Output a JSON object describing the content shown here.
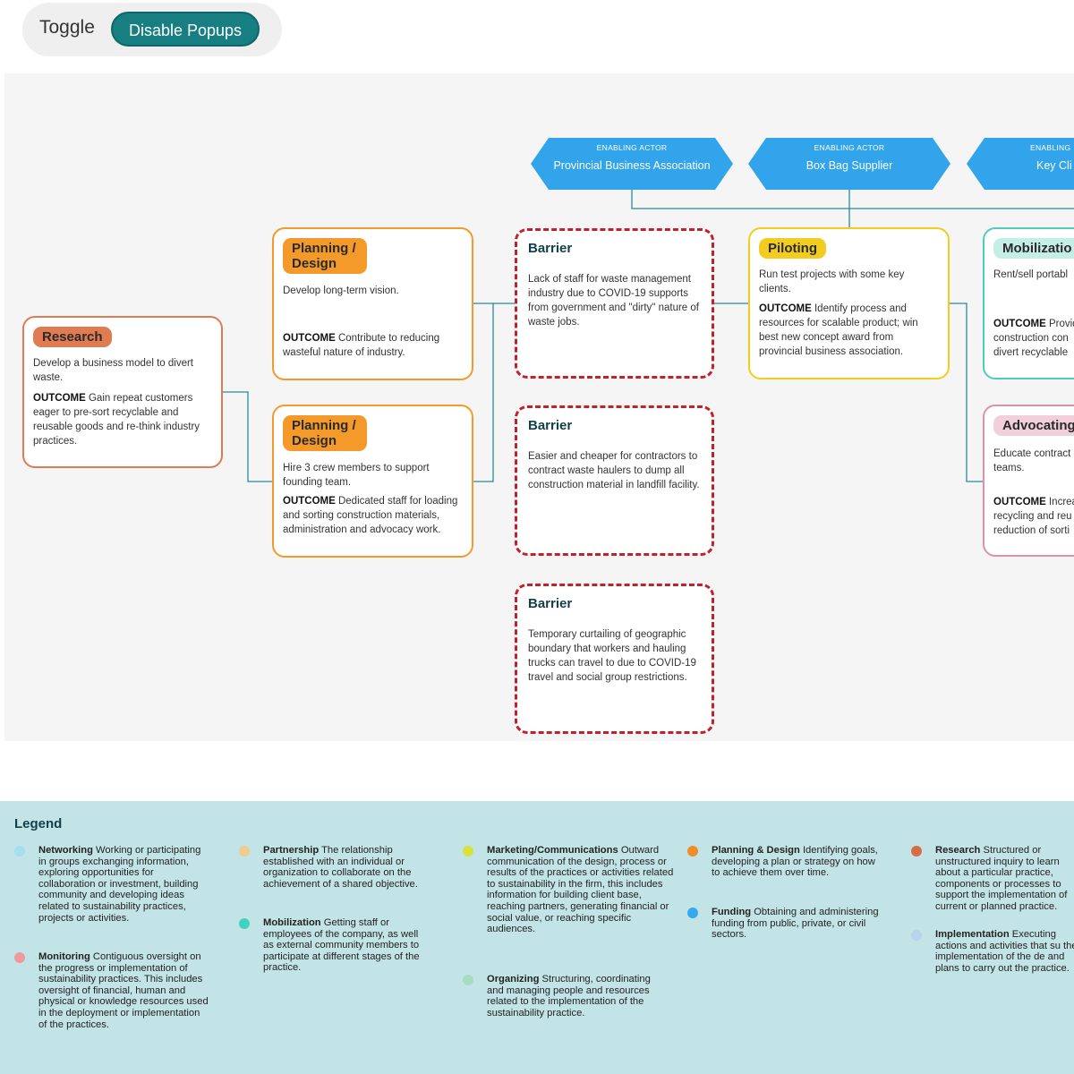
{
  "toolbar": {
    "toggle_label": "Toggle",
    "disable_popups_label": "Disable Popups"
  },
  "actors": [
    {
      "type": "ENABLING ACTOR",
      "name": "Provincial Business Association"
    },
    {
      "type": "ENABLING ACTOR",
      "name": "Box Bag Supplier"
    },
    {
      "type": "ENABLING",
      "name": "Key Cli"
    }
  ],
  "outcome_label": "OUTCOME",
  "cards": {
    "research": {
      "tag": "Research",
      "desc": "Develop a business model to divert waste.",
      "outcome": "Gain repeat customers eager to pre-sort recyclable and reusable goods and re-think industry practices."
    },
    "planning1": {
      "tag": "Planning / Design",
      "desc": "Develop long-term vision.",
      "outcome": "Contribute to reducing wasteful nature of industry."
    },
    "planning2": {
      "tag": "Planning / Design",
      "desc": "Hire 3 crew members to support founding team.",
      "outcome": "Dedicated staff for loading and sorting construction materials, administration and advocacy work."
    },
    "piloting": {
      "tag": "Piloting",
      "desc": "Run test projects with some key clients.",
      "outcome": "Identify process and resources for scalable product; win best new concept award from provincial business association."
    },
    "mobilization": {
      "tag": "Mobilizatio",
      "desc": "Rent/sell portabl",
      "outcome_lines": [
        "Provid",
        "construction con",
        "divert recyclable"
      ]
    },
    "advocating": {
      "tag": "Advocating",
      "desc_lines": [
        "Educate contract",
        "teams."
      ],
      "outcome_lines": [
        "Increa",
        "recycling and reu",
        "reduction of sorti"
      ]
    }
  },
  "barriers": [
    {
      "title": "Barrier",
      "text": "Lack of staff for waste management industry due to COVID-19 supports from government and \"dirty\" nature of waste jobs."
    },
    {
      "title": "Barrier",
      "text": "Easier and cheaper for contractors to contract waste haulers to dump all construction material in landfill facility."
    },
    {
      "title": "Barrier",
      "text": "Temporary curtailing of geographic boundary that workers and hauling trucks can travel to due to COVID-19 travel and social group restrictions."
    }
  ],
  "legend": {
    "title": "Legend",
    "items": {
      "networking": {
        "term": "Networking",
        "text": "Working or participating in groups exchanging information, exploring opportunities for collaboration or investment, building community and developing ideas related to sustainability practices, projects or activities.",
        "color": "#a3dfee"
      },
      "monitoring": {
        "term": "Monitoring",
        "text": "Contiguous oversight on the progress or implementation of sustainability practices. This includes oversight of financial, human and physical or knowledge resources used in the deployment or implementation of the practices.",
        "color": "#ee9a9b"
      },
      "partnership": {
        "term": "Partnership",
        "text": "The relationship established with an individual or organization to collaborate on the achievement of a shared objective.",
        "color": "#f1cc8e"
      },
      "mobilization": {
        "term": "Mobilization",
        "text": "Getting staff or employees of the company, as well as external community members to participate at different stages of the practice.",
        "color": "#3fd3bf"
      },
      "marketing": {
        "term": "Marketing/Communications",
        "text": "Outward communication of the design, process or results of the practices or activities related to sustainability in the firm, this includes information for building client base, reaching partners, generating financial or social value, or reaching specific audiences.",
        "color": "#d6e43a"
      },
      "organizing": {
        "term": "Organizing",
        "text": "Structuring, coordinating and managing people and resources related to the implementation of the sustainability practice.",
        "color": "#a8dcc0"
      },
      "planning": {
        "term": "Planning & Design",
        "text": "Identifying goals, developing a plan or strategy on how to achieve them over time.",
        "color": "#f28c28"
      },
      "funding": {
        "term": "Funding",
        "text": "Obtaining and administering funding from public, private, or civil sectors.",
        "color": "#36a9ee"
      },
      "research": {
        "term": "Research",
        "text": "Structured or unstructured inquiry to learn about a particular practice, components or processes to support the implementation of current or planned practice.",
        "color": "#d86d44"
      },
      "implementation": {
        "term": "Implementation",
        "text": "Executing actions and activities that su the implementation of the de and plans to carry out the practice.",
        "color": "#b7d4ec"
      }
    }
  },
  "colors": {
    "research": "#e07b52",
    "planning": "#f49a2a",
    "piloting": "#f2cd20",
    "mobilization": "#51cdb6",
    "advocating": "#d993ab",
    "barrier": "#c3212a",
    "actor": "#31a4ec",
    "connector": "#2b8a97",
    "teal_button": "#177e82"
  }
}
